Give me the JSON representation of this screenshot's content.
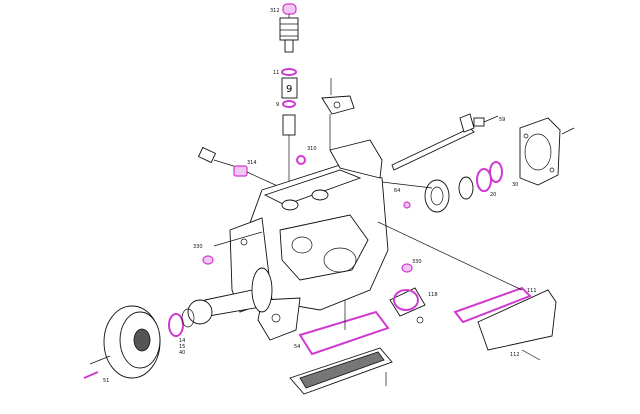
{
  "diagram": {
    "colors": {
      "line": "#111111",
      "highlight": "#d13ad1",
      "highlight_fill": "#f3c7f3",
      "background": "#ffffff"
    },
    "callouts": [
      {
        "id": "c312",
        "text": "312"
      },
      {
        "id": "c11",
        "text": "11"
      },
      {
        "id": "c9",
        "text": "9"
      },
      {
        "id": "c310a",
        "text": "310"
      },
      {
        "id": "c314",
        "text": "314"
      },
      {
        "id": "c59",
        "text": "59"
      },
      {
        "id": "c64",
        "text": "64"
      },
      {
        "id": "c20",
        "text": "20"
      },
      {
        "id": "c30",
        "text": "30"
      },
      {
        "id": "c330a",
        "text": "330"
      },
      {
        "id": "c330b",
        "text": "330"
      },
      {
        "id": "c118",
        "text": "118"
      },
      {
        "id": "c111",
        "text": "111"
      },
      {
        "id": "c112",
        "text": "112"
      },
      {
        "id": "c54",
        "text": "54"
      },
      {
        "id": "c14",
        "text": "14"
      },
      {
        "id": "c15",
        "text": "15"
      },
      {
        "id": "c40",
        "text": "40"
      },
      {
        "id": "c51",
        "text": "51"
      }
    ]
  }
}
